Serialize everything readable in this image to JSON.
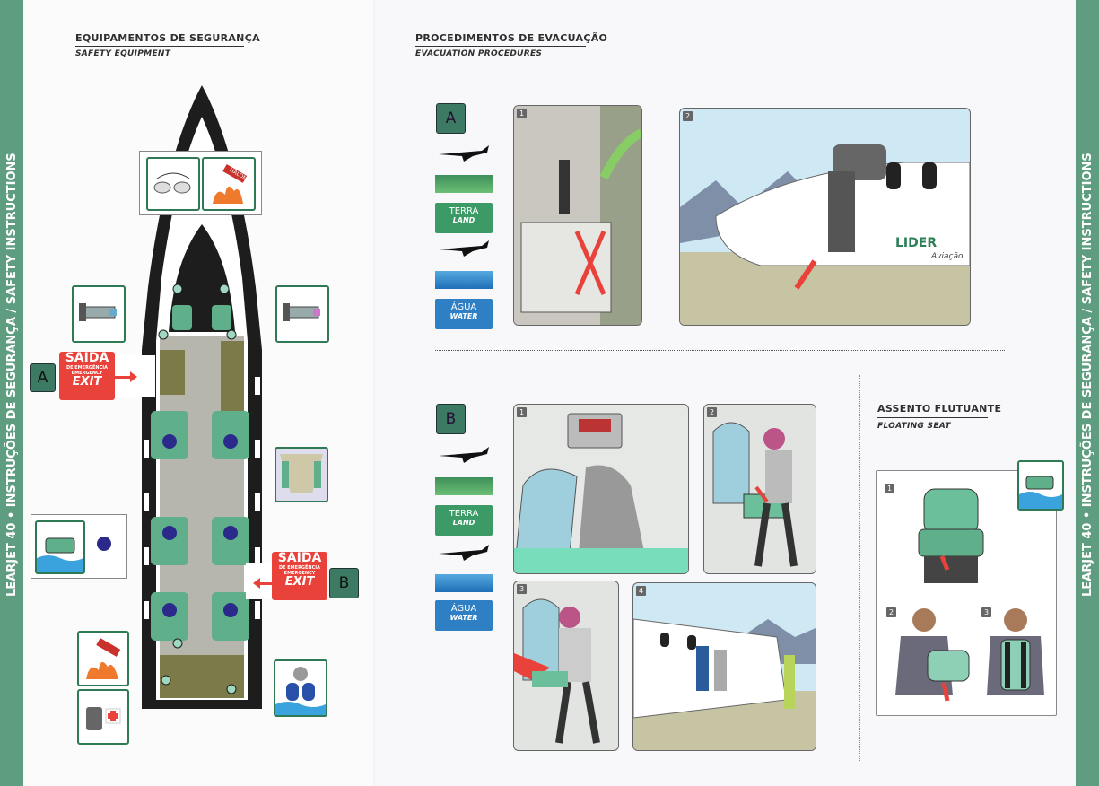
{
  "sidebar": {
    "left_text": "LEARJET 40 • INSTRUÇÕES DE SEGURANÇA / SAFETY INSTRUCTIONS",
    "right_text": "LEARJET 40 • INSTRUÇÕES DE SEGURANÇA / SAFETY INSTRUCTIONS"
  },
  "safety_equipment": {
    "title": "EQUIPAMENTOS DE SEGURANÇA",
    "subtitle": "SAFETY EQUIPMENT",
    "halon_label": "HALON",
    "exit_a": {
      "letter": "A",
      "line1": "SAÍDA",
      "line2": "DE EMERGÊNCIA",
      "line3": "EMERGENCY",
      "line4": "EXIT"
    },
    "exit_b": {
      "letter": "B",
      "line1": "SAÍDA",
      "line2": "DE EMERGÊNCIA",
      "line3": "EMERGENCY",
      "line4": "EXIT"
    }
  },
  "evacuation": {
    "title": "PROCEDIMENTOS DE EVACUAÇÃO",
    "subtitle": "EVACUATION PROCEDURES",
    "section_a": {
      "letter": "A",
      "land_pt": "TERRA",
      "land_en": "LAND",
      "water_pt": "ÁGUA",
      "water_en": "WATER"
    },
    "section_b": {
      "letter": "B",
      "land_pt": "TERRA",
      "land_en": "LAND",
      "water_pt": "ÁGUA",
      "water_en": "WATER"
    },
    "steps_a": [
      "1",
      "2"
    ],
    "steps_b": [
      "1",
      "2",
      "3",
      "4"
    ],
    "brand": "LIDER",
    "brand_sub": "Aviação"
  },
  "floating_seat": {
    "title": "ASSENTO FLUTUANTE",
    "subtitle": "FLOATING SEAT",
    "steps": [
      "1",
      "2",
      "3"
    ]
  },
  "colors": {
    "green": "#2f7a55",
    "exit_red": "#e8423a",
    "water_blue": "#2f7fc4",
    "sidebar": "#5e9d80"
  }
}
